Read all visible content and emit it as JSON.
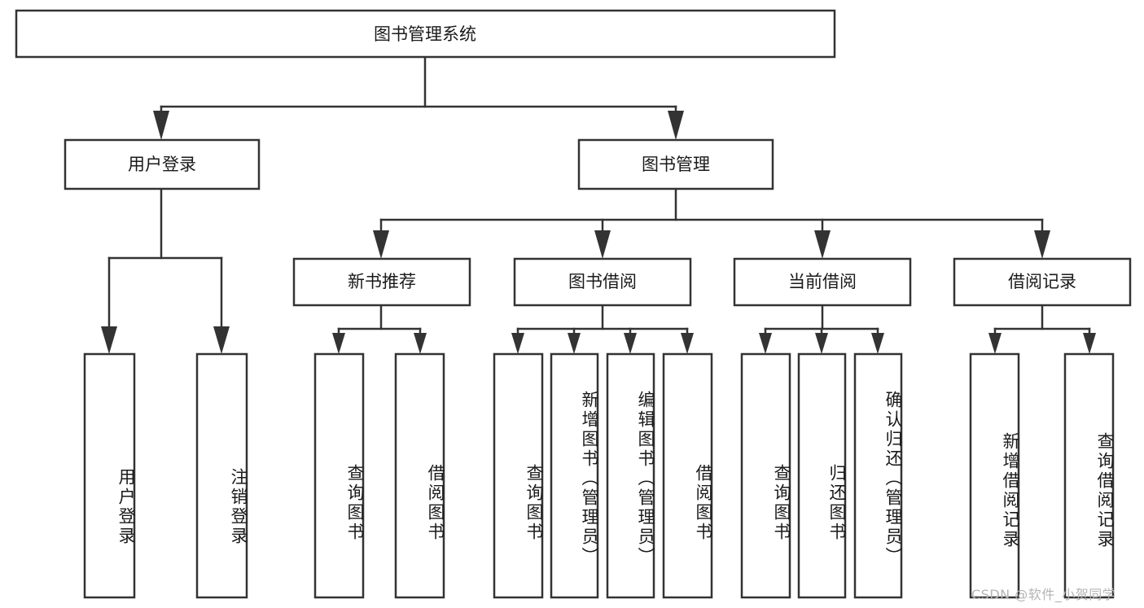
{
  "diagram": {
    "title": "图书管理系统",
    "type": "tree",
    "orientation": "top-down",
    "colors": {
      "box_stroke": "#333333",
      "box_fill": "#ffffff",
      "text": "#1a1a1a",
      "background": "#ffffff",
      "watermark": "#b4b4b4"
    },
    "root": {
      "label": "图书管理系统",
      "id": "root-system"
    },
    "level2": [
      {
        "id": "node-user-login",
        "label": "用户登录"
      },
      {
        "id": "node-book-manage",
        "label": "图书管理"
      }
    ],
    "level3": [
      {
        "id": "node-new-book-recommend",
        "label": "新书推荐",
        "parent": "node-book-manage"
      },
      {
        "id": "node-book-borrow",
        "label": "图书借阅",
        "parent": "node-book-manage"
      },
      {
        "id": "node-current-borrow",
        "label": "当前借阅",
        "parent": "node-book-manage"
      },
      {
        "id": "node-borrow-record",
        "label": "借阅记录",
        "parent": "node-book-manage"
      }
    ],
    "leaves": [
      {
        "id": "leaf-user-login",
        "label": "用户登录",
        "parent": "node-user-login"
      },
      {
        "id": "leaf-logout-login",
        "label": "注销登录",
        "parent": "node-user-login"
      },
      {
        "id": "leaf-query-book-1",
        "label": "查询图书",
        "parent": "node-new-book-recommend"
      },
      {
        "id": "leaf-borrow-book-1",
        "label": "借阅图书",
        "parent": "node-new-book-recommend"
      },
      {
        "id": "leaf-query-book-2",
        "label": "查询图书",
        "parent": "node-book-borrow"
      },
      {
        "id": "leaf-add-book-admin",
        "label": "新增图书（管理员）",
        "parent": "node-book-borrow"
      },
      {
        "id": "leaf-edit-book-admin",
        "label": "编辑图书（管理员）",
        "parent": "node-book-borrow"
      },
      {
        "id": "leaf-borrow-book-2",
        "label": "借阅图书",
        "parent": "node-book-borrow"
      },
      {
        "id": "leaf-query-book-3",
        "label": "查询图书",
        "parent": "node-current-borrow"
      },
      {
        "id": "leaf-return-book",
        "label": "归还图书",
        "parent": "node-current-borrow"
      },
      {
        "id": "leaf-confirm-return-admin",
        "label": "确认归还（管理员）",
        "parent": "node-current-borrow"
      },
      {
        "id": "leaf-add-borrow-record",
        "label": "新增借阅记录",
        "parent": "node-borrow-record"
      },
      {
        "id": "leaf-query-borrow-record",
        "label": "查询借阅记录",
        "parent": "node-borrow-record"
      }
    ]
  },
  "watermark": {
    "text": "CSDN @软件_小贺同学"
  }
}
